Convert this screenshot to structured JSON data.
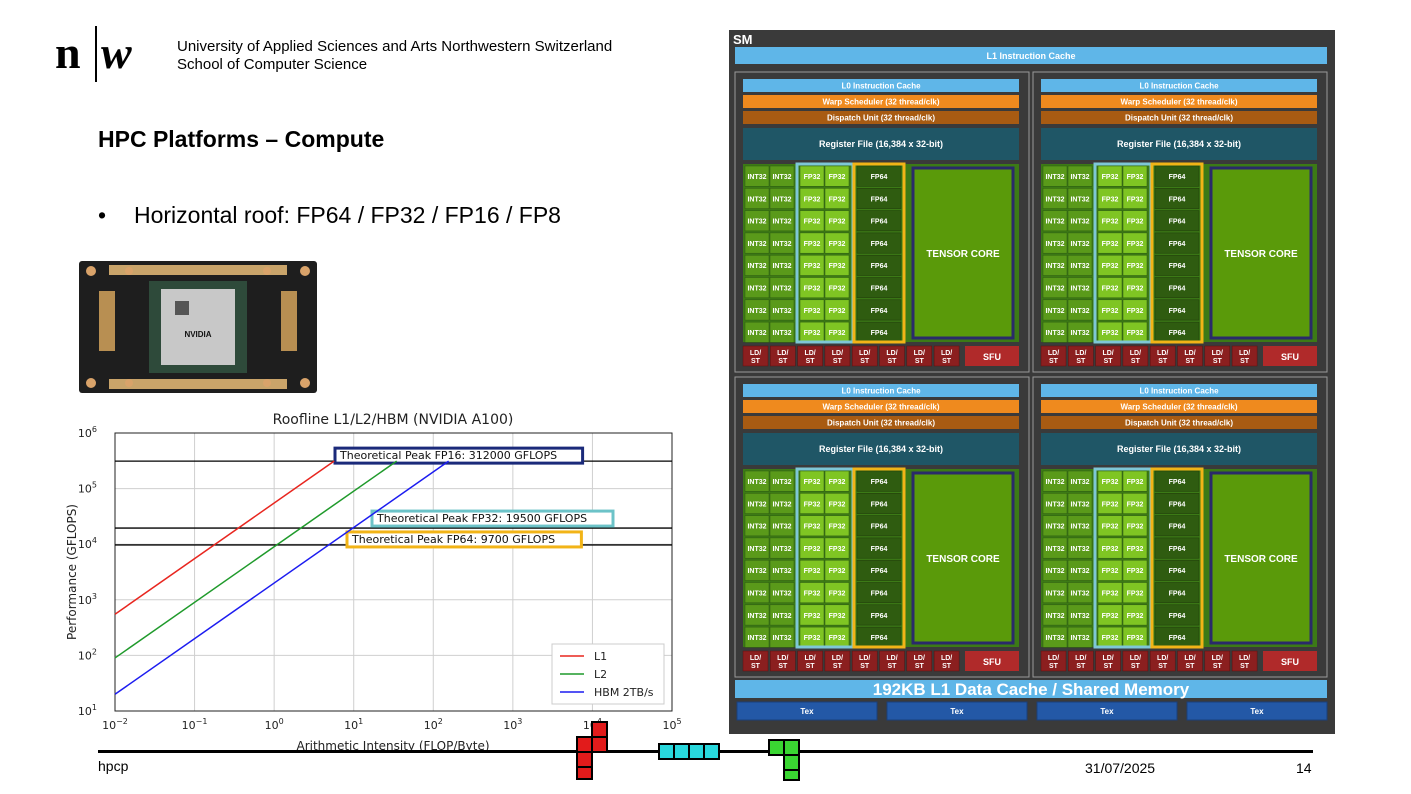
{
  "header": {
    "logo_text": "n|w",
    "institution_line1": "University of Applied Sciences and Arts Northwestern Switzerland",
    "institution_line2": "School of Computer Science"
  },
  "slide": {
    "title": "HPC Platforms – Compute",
    "bullet": "Horizontal roof: FP64 / FP32 / FP16 / FP8"
  },
  "photo": {
    "chip_label": "NVIDIA"
  },
  "chart_data": {
    "type": "line",
    "title": "Roofline L1/L2/HBM (NVIDIA A100)",
    "xlabel": "Arithmetic Intensity (FLOP/Byte)",
    "ylabel": "Performance (GFLOPS)",
    "x_scale": "log",
    "y_scale": "log",
    "xlim": [
      0.01,
      100000
    ],
    "ylim": [
      10,
      1000000
    ],
    "x_ticks": [
      "10−2",
      "10−1",
      "100",
      "101",
      "102",
      "103",
      "104",
      "105"
    ],
    "y_ticks": [
      "101",
      "102",
      "103",
      "104",
      "105",
      "106"
    ],
    "grid": true,
    "legend_position": "bottom-right",
    "series": [
      {
        "name": "L1",
        "color": "#e8261f",
        "bandwidth": 55000
      },
      {
        "name": "L2",
        "color": "#1f9a2b",
        "bandwidth": 9000
      },
      {
        "name": "HBM 2TB/s",
        "color": "#1c1cf0",
        "bandwidth": 2000
      }
    ],
    "peaks": [
      {
        "label": "Theoretical Peak FP16: 312000 GFLOPS",
        "value": 312000,
        "box_color": "#1b2a7a"
      },
      {
        "label": "Theoretical Peak FP32: 19500 GFLOPS",
        "value": 19500,
        "box_color": "#6cc3c8"
      },
      {
        "label": "Theoretical Peak FP64: 9700 GFLOPS",
        "value": 9700,
        "box_color": "#f2b417"
      }
    ]
  },
  "sm": {
    "title": "SM",
    "l1_instruction_cache": "L1 Instruction Cache",
    "l0_instruction_cache": "L0 Instruction Cache",
    "warp_scheduler": "Warp Scheduler (32 thread/clk)",
    "dispatch_unit": "Dispatch Unit (32 thread/clk)",
    "register_file": "Register File (16,384 x 32-bit)",
    "int32": "INT32",
    "fp32": "FP32",
    "fp64": "FP64",
    "tensor_core": "TENSOR CORE",
    "ld_st_top": "LD/",
    "ld_st_bottom": "ST",
    "sfu": "SFU",
    "l1_data_cache": "192KB L1 Data Cache / Shared Memory",
    "tex": "Tex"
  },
  "footer": {
    "left": "hpcp",
    "date": "31/07/2025",
    "page": "14"
  }
}
